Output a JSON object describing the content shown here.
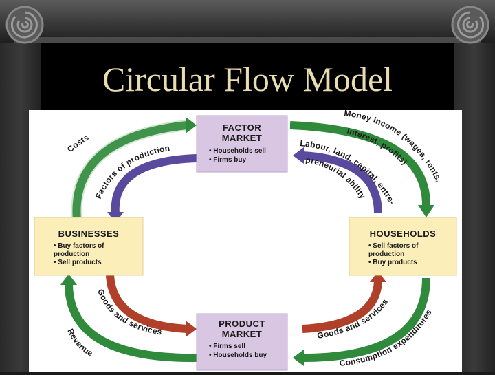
{
  "slide": {
    "title": "Circular Flow Model"
  },
  "boxes": {
    "factor_market": {
      "title_line1": "FACTOR",
      "title_line2": "MARKET",
      "items": [
        "• Households sell",
        "• Firms buy"
      ]
    },
    "product_market": {
      "title_line1": "PRODUCT",
      "title_line2": "MARKET",
      "items": [
        "• Firms sell",
        "• Households buy"
      ]
    },
    "businesses": {
      "title": "BUSINESSES",
      "items": [
        "• Buy factors of",
        "  production",
        "• Sell products"
      ]
    },
    "households": {
      "title": "HOUSEHOLDS",
      "items": [
        "• Sell factors of",
        "  production",
        "• Buy products"
      ]
    }
  },
  "flows": {
    "costs": "Costs",
    "factors_of_production": "Factors of production",
    "money_income": "Money income (wages, rents,",
    "money_income_2": "interest, profits)",
    "labour": "Labour, land, capital, entre-",
    "labour_2": "preneurial ability",
    "goods_services_left": "Goods and services",
    "goods_services_right": "Goods and services",
    "revenue": "Revenue",
    "consumption": "Consumption expenditures"
  },
  "colors": {
    "slide_bg": "#1a1a1a",
    "title_text": "#e8dcb0",
    "factor_box": "#d9c6e3",
    "product_box": "#d9c6e3",
    "business_box": "#fbeeb9",
    "household_box": "#fbeeb9",
    "green_arrow": "#2f8a3b",
    "purple_arrow": "#5a4a9e",
    "red_arrow": "#b0402a"
  }
}
